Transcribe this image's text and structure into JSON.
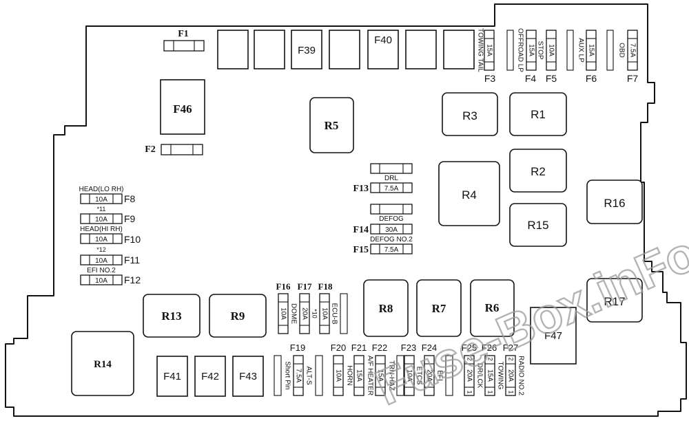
{
  "fuses_top": {
    "F1": "F1",
    "F39": "F39",
    "F40": "F40",
    "F2": "F2",
    "F46": "F46",
    "F3": "F3",
    "F4": "F4",
    "F5": "F5",
    "F6": "F6",
    "F7": "F7",
    "F3_rating": "15A",
    "F3_label": "TOWING TAIL",
    "F4_rating": "15A",
    "F4_label": "OFFROAD LP",
    "F5_rating": "10A",
    "F5_label": "STOP",
    "F6_rating": "15A",
    "F6_label": "AUX LP",
    "F7_rating": "7.5A",
    "F7_label": "OBD"
  },
  "relays": {
    "R1": "R1",
    "R2": "R2",
    "R3": "R3",
    "R4": "R4",
    "R5": "R5",
    "R6": "R6",
    "R7": "R7",
    "R8": "R8",
    "R9": "R9",
    "R13": "R13",
    "R14": "R14",
    "R15": "R15",
    "R16": "R16",
    "R17": "R17"
  },
  "fuses_left": {
    "F8": "F8",
    "F8_label": "HEAD(LO RH)",
    "F8_rating": "10A",
    "F9": "F9",
    "F9_label": "*11",
    "F9_rating": "10A",
    "F10": "F10",
    "F10_label": "HEAD(HI RH)",
    "F10_rating": "10A",
    "F11": "F11",
    "F11_label": "*12",
    "F11_rating": "10A",
    "F12": "F12",
    "F12_label": "EFI NO.2",
    "F12_rating": "10A"
  },
  "fuses_middle": {
    "F13": "F13",
    "F13_label": "DRL",
    "F13_rating": "7.5A",
    "F14": "F14",
    "F14_label": "DEFOG",
    "F14_rating": "30A",
    "F15": "F15",
    "F15_label": "DEFOG NO.2",
    "F15_rating": "7.5A",
    "F16": "F16",
    "F16_rating": "10A",
    "F16_label": "DOME",
    "F17": "F17",
    "F17_rating": "20A",
    "F17_label": "*10",
    "F18": "F18",
    "F18_rating": "10A",
    "F18_label": "ECU-B",
    "F47": "F47"
  },
  "fuses_bottom": {
    "F41": "F41",
    "F42": "F42",
    "F43": "F43",
    "F19": "F19",
    "F19_label": "Short Pin",
    "F19_rating": "7.5A",
    "F19_label2": "ALT-S",
    "F20": "F20",
    "F20_rating": "10A",
    "F20_label": "HORN",
    "F21": "F21",
    "F21_rating": "15A",
    "F21_label": "A/F HEATER",
    "F22": "F22",
    "F22_rating": "15A",
    "F22_label": "TRN-HAZ",
    "F23": "F23",
    "F23_rating": "10A",
    "F23_label": "ETCS",
    "F24": "F24",
    "F24_rating": "20A",
    "F24_label": "EFI",
    "F25": "F25",
    "F25_rating": "20A",
    "F25_label": "DR/LCK",
    "F26": "F26",
    "F26_rating": "15A",
    "F26_label": "TOWING",
    "F27": "F27",
    "F27_rating": "20A",
    "F27_label": "RADIO NO.2",
    "pin_1": "1",
    "pin_2": "2"
  },
  "watermark": "Fuse-Box.inFo"
}
